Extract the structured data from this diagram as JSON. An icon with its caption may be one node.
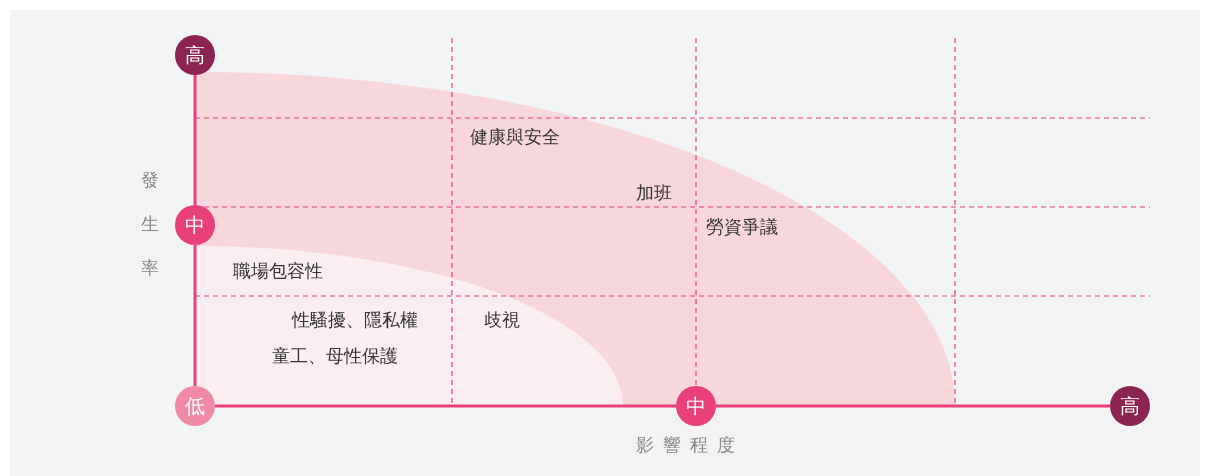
{
  "diagram": {
    "nodes": [
      {
        "text": [
          "高"
        ]
      },
      {
        "text": [
          "中"
        ]
      },
      {
        "text": [
          "低"
        ]
      },
      {
        "text": [
          "中"
        ]
      },
      {
        "text": [
          "高"
        ]
      }
    ],
    "edges": [
      {
        "from": 0,
        "to": 1,
        "arrow": "none"
      },
      {
        "from": 1,
        "to": 2,
        "arrow": "none"
      },
      {
        "from": 2,
        "to": 3,
        "arrow": "none"
      },
      {
        "from": 3,
        "to": 4,
        "arrow": "none"
      }
    ],
    "labels": [
      "發生率",
      "健康與安全",
      "加班",
      "勞資爭議",
      "職場包容性",
      "性騷擾、隱私權",
      "歧視",
      "童工、母性保護",
      "影響程度"
    ]
  }
}
